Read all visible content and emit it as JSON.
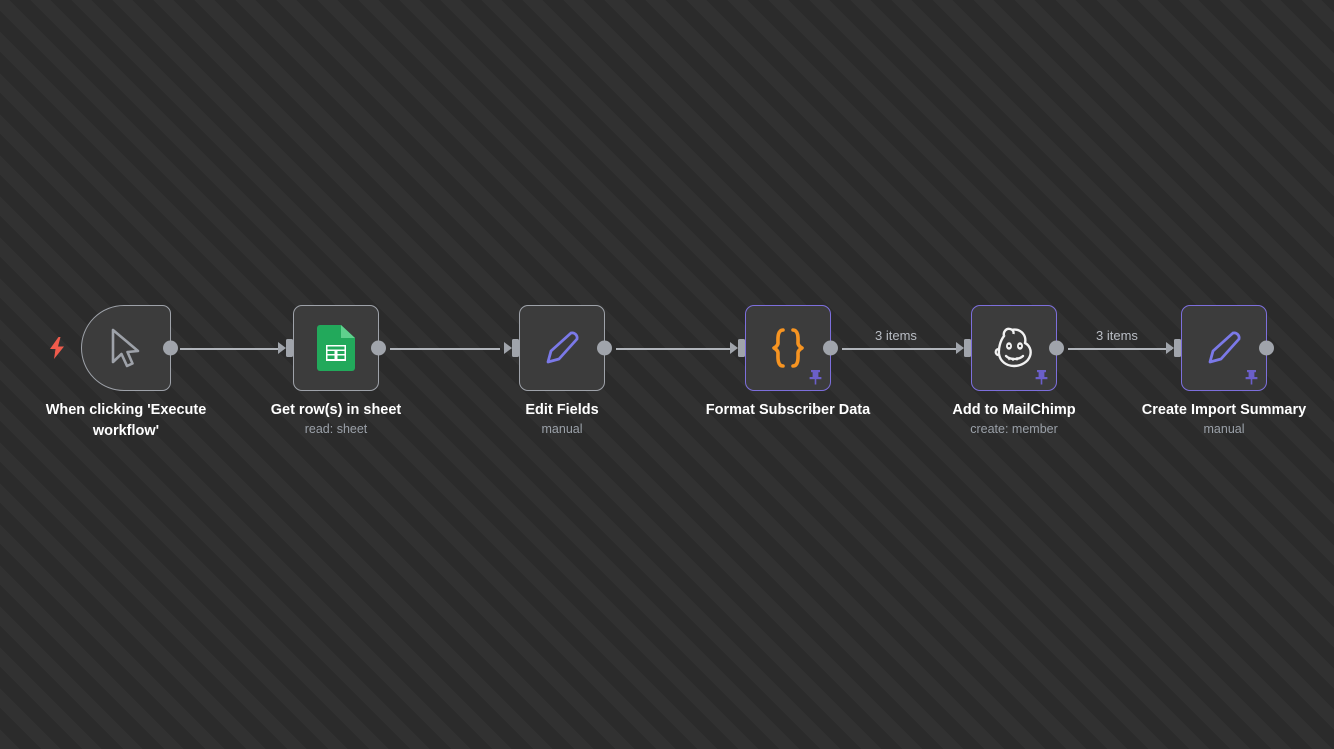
{
  "app": {
    "view": "workflow-canvas",
    "background_color": "#2d2d2d",
    "stripe_color": "#313131"
  },
  "colors": {
    "node_body": "#3c3c3c",
    "node_border": "#9ea2a9",
    "node_border_pinned": "#7d6fdc",
    "connector": "#a0a4ab",
    "title_text": "#ffffff",
    "subtitle_text": "#9aa0a8",
    "trigger_bolt": "#ef5b4c",
    "sheets_green": "#22a95b",
    "code_orange": "#f79421",
    "pencil_purple": "#7b79e8",
    "pin_purple": "#6b5fc9",
    "mailchimp_white": "#f2f2f2"
  },
  "nodes": [
    {
      "id": "manual-trigger",
      "title": "When clicking 'Execute workflow'",
      "subtitle": "",
      "icon": "cursor-pointer-icon",
      "shape": "trigger",
      "pinned": false,
      "has_bolt": true,
      "has_input": false,
      "has_output": true
    },
    {
      "id": "google-sheets",
      "title": "Get row(s) in sheet",
      "subtitle": "read: sheet",
      "icon": "google-sheets-icon",
      "shape": "box",
      "pinned": false,
      "has_bolt": false,
      "has_input": true,
      "has_output": true
    },
    {
      "id": "edit-fields",
      "title": "Edit Fields",
      "subtitle": "manual",
      "icon": "pencil-icon",
      "shape": "box",
      "pinned": false,
      "has_bolt": false,
      "has_input": true,
      "has_output": true
    },
    {
      "id": "format-subscriber-data",
      "title": "Format Subscriber Data",
      "subtitle": "",
      "icon": "code-braces-icon",
      "shape": "box",
      "pinned": true,
      "has_bolt": false,
      "has_input": true,
      "has_output": true
    },
    {
      "id": "add-to-mailchimp",
      "title": "Add to MailChimp",
      "subtitle": "create: member",
      "icon": "mailchimp-icon",
      "shape": "box",
      "pinned": true,
      "has_bolt": false,
      "has_input": true,
      "has_output": true
    },
    {
      "id": "create-import-summary",
      "title": "Create Import Summary",
      "subtitle": "manual",
      "icon": "pencil-icon",
      "shape": "box",
      "pinned": true,
      "has_bolt": false,
      "has_input": true,
      "has_output": true
    }
  ],
  "connections": [
    {
      "from": "manual-trigger",
      "to": "google-sheets",
      "label": ""
    },
    {
      "from": "google-sheets",
      "to": "edit-fields",
      "label": ""
    },
    {
      "from": "edit-fields",
      "to": "format-subscriber-data",
      "label": ""
    },
    {
      "from": "format-subscriber-data",
      "to": "add-to-mailchimp",
      "label": "3 items"
    },
    {
      "from": "add-to-mailchimp",
      "to": "create-import-summary",
      "label": "3 items"
    }
  ]
}
